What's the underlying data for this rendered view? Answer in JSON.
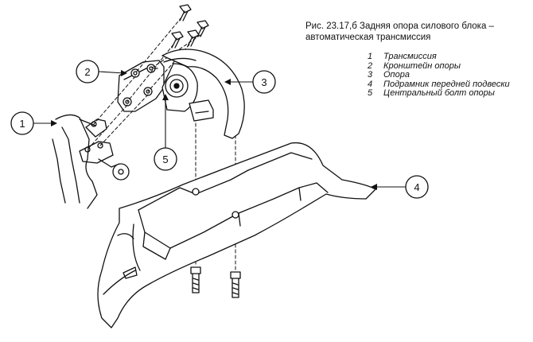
{
  "caption": {
    "prefix": "Рис. 23.17,б",
    "title_line1": "Задняя опора силового блока –",
    "title_line2": "автоматическая трансмиссия"
  },
  "legend": [
    {
      "num": "1",
      "label": "Трансмиссия"
    },
    {
      "num": "2",
      "label": "Кронштейн опоры"
    },
    {
      "num": "3",
      "label": "Опора"
    },
    {
      "num": "4",
      "label": "Подрамник передней подвески"
    },
    {
      "num": "5",
      "label": "Центральный болт опоры"
    }
  ],
  "callouts": [
    "1",
    "2",
    "3",
    "4",
    "5"
  ]
}
